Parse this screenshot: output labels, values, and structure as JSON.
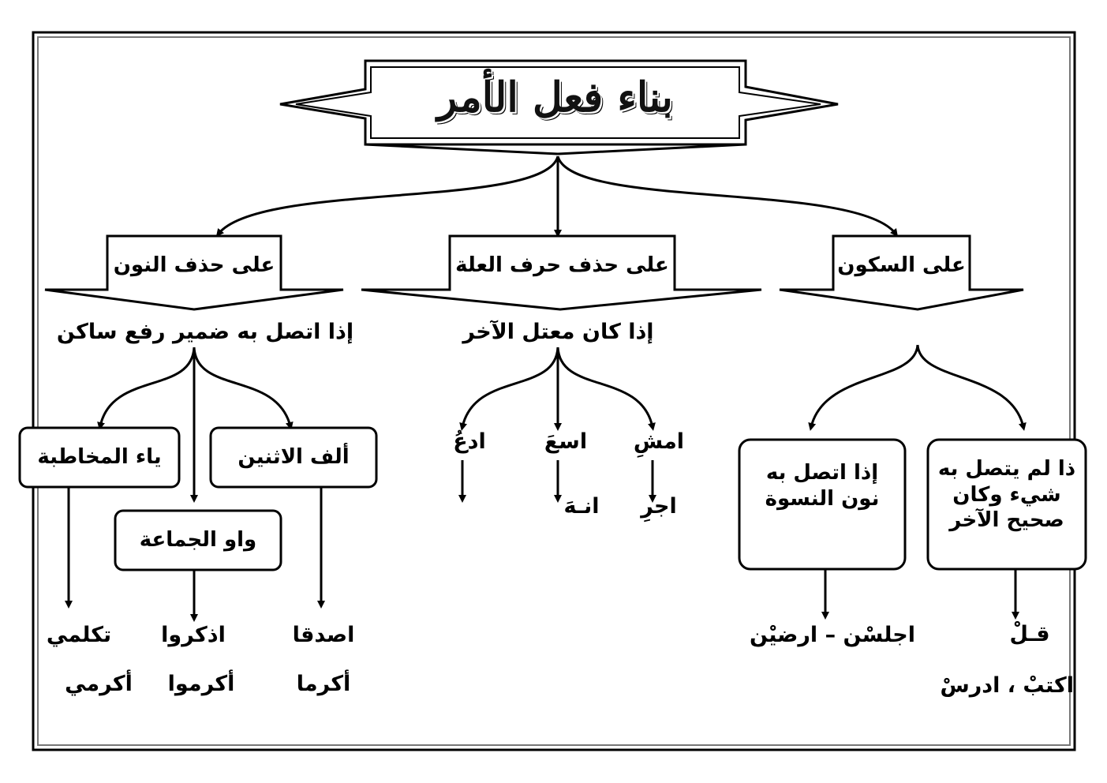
{
  "title": "بناء فعل الأمر",
  "branches": {
    "sukun": {
      "heading": "على السكون",
      "cases": {
        "not_attached": "ذا لم يتصل به شيء وكان صحيح الآخر",
        "attached_nun": "إذا اتصل به نون النسوة"
      },
      "examples": {
        "not_attached_1": "قـلْ",
        "not_attached_2": "اكتبْ ، ادرسْ",
        "attached_nun": "اجلسْن – ارضيْن"
      }
    },
    "illa": {
      "heading": "على حذف حرف العلة",
      "condition": "إذا كان معتل الآخر",
      "examples": {
        "ex1": "امشِ",
        "ex2": "اجرِ",
        "ex3": "اسعَ",
        "ex4": "انـهَ",
        "ex5": "ادعُ"
      }
    },
    "nun": {
      "heading": "على حذف النون",
      "condition": "إذا اتصل به ضمير رفع ساكن",
      "pronouns": {
        "alif": "ألف الاثنين",
        "waw": "واو الجماعة",
        "ya": "ياء المخاطبة"
      },
      "examples": {
        "alif_1": "اصدقا",
        "alif_2": "أكرما",
        "waw_1": "اذكروا",
        "waw_2": "أكرموا",
        "ya_1": "تكلمي",
        "ya_2": "أكرمي"
      }
    }
  }
}
